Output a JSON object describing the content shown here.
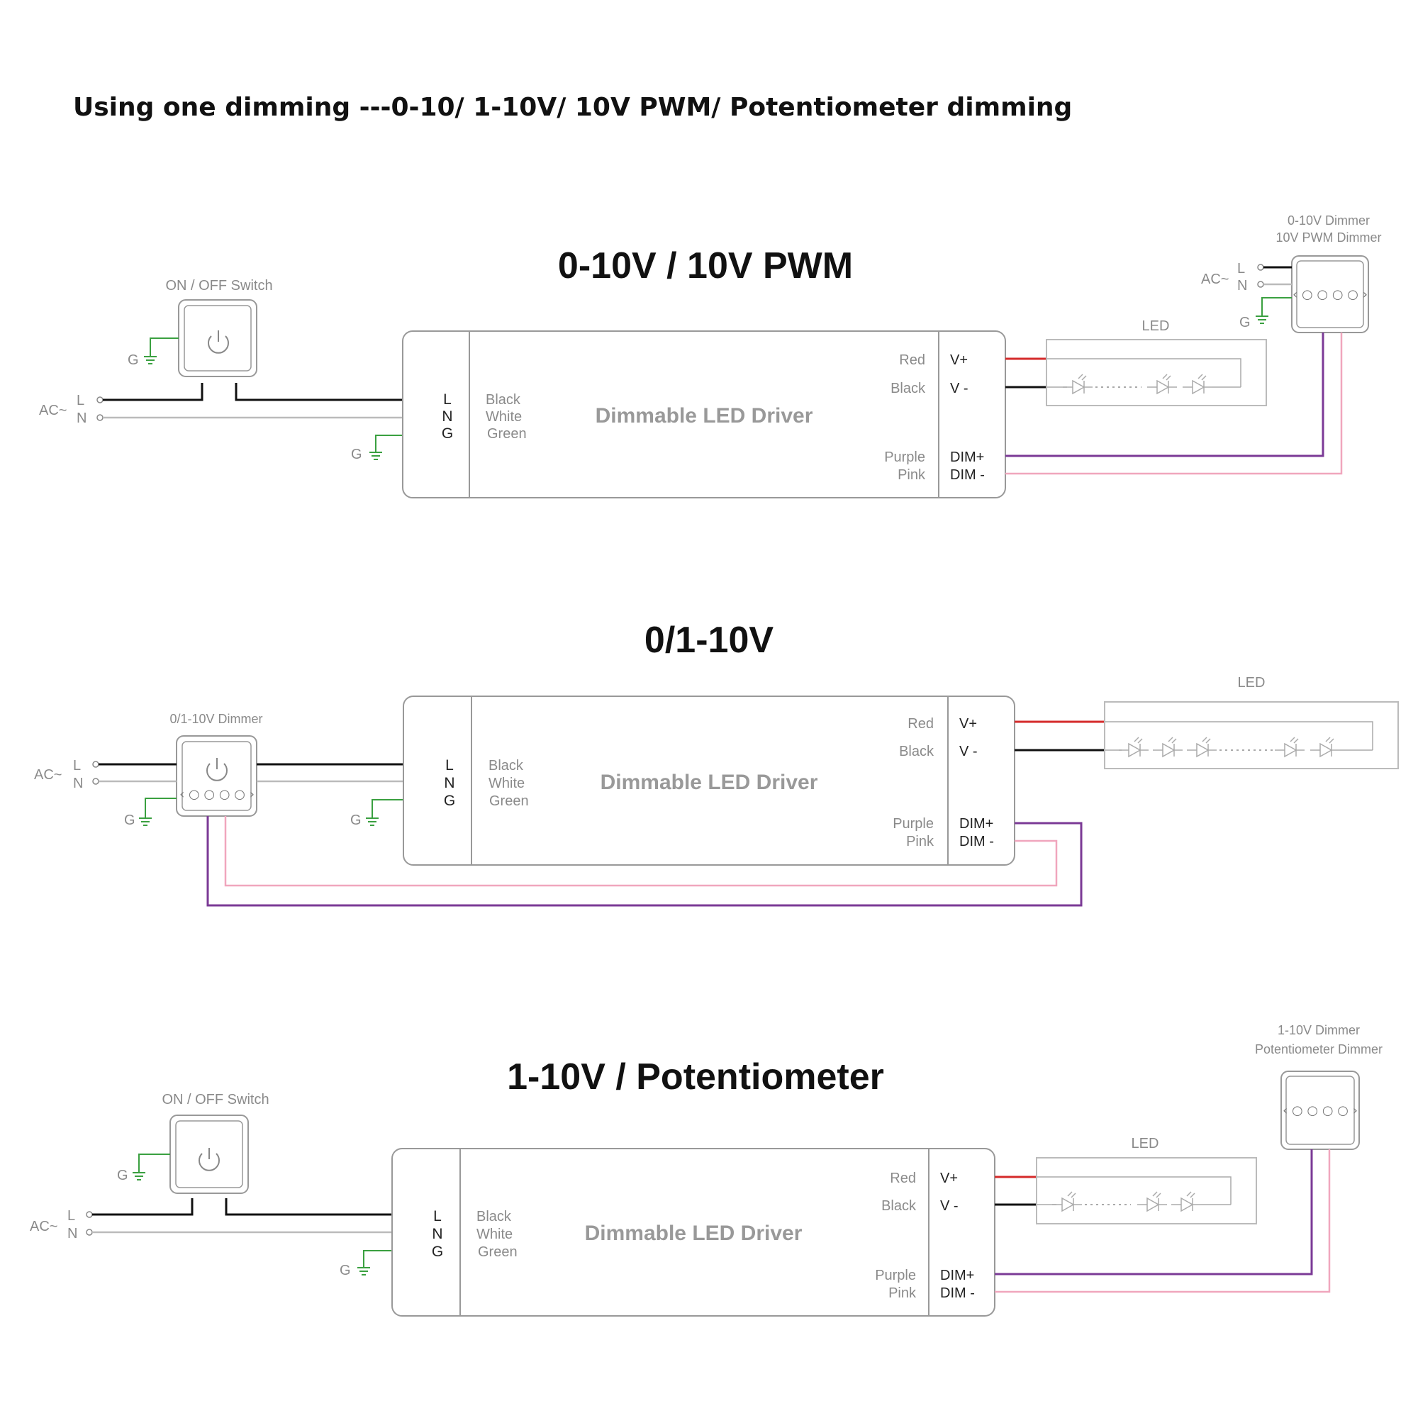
{
  "page_title": "Using one dimming ---0-10/ 1-10V/ 10V PWM/ Potentiometer dimming",
  "sections": [
    {
      "title": "0-10V / 10V PWM",
      "input_device_label": "ON / OFF Switch",
      "remote_dimmer_label_1": "0-10V Dimmer",
      "remote_dimmer_label_2": "10V PWM Dimmer",
      "led_label": "LED"
    },
    {
      "title": "0/1-10V",
      "input_device_label": "0/1-10V Dimmer",
      "led_label": "LED"
    },
    {
      "title": "1-10V / Potentiometer",
      "input_device_label": "ON / OFF Switch",
      "remote_dimmer_label_1": "1-10V Dimmer",
      "remote_dimmer_label_2": "Potentiometer Dimmer",
      "led_label": "LED"
    }
  ],
  "driver": {
    "title": "Dimmable LED Driver",
    "input_terminals": [
      "L",
      "N",
      "G"
    ],
    "input_colors": [
      "Black",
      "White",
      "Green"
    ],
    "out_color_red": "Red",
    "out_color_black": "Black",
    "out_color_purple": "Purple",
    "out_color_pink": "Pink",
    "out_vplus": "V+",
    "out_vminus": "V -",
    "out_dimplus": "DIM+",
    "out_dimminus": "DIM -"
  },
  "mains": {
    "ac": "AC~",
    "l": "L",
    "n": "N",
    "g": "G"
  },
  "dimmer_knob": "‹ ○ ○ ○ ○ ›",
  "colors": {
    "red": "#d42a2a",
    "black": "#111111",
    "purple": "#7b3a96",
    "pink": "#f0a6bd",
    "green": "#3aa040",
    "grey": "#999999"
  }
}
